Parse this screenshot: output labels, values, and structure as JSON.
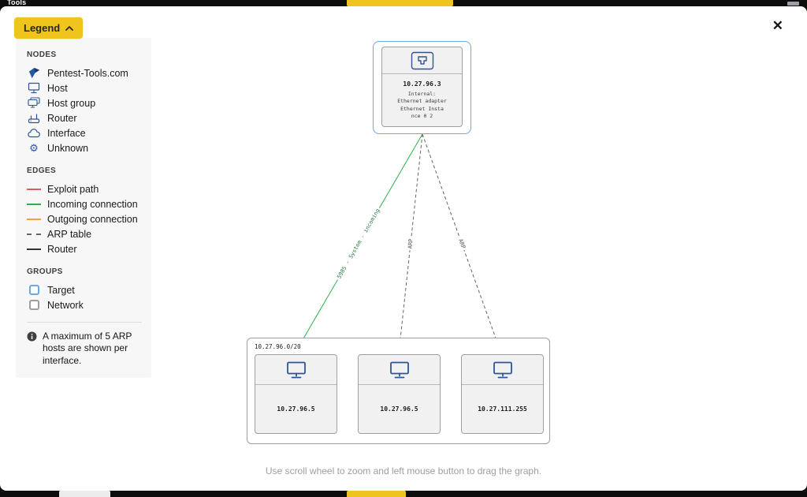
{
  "chrome": {
    "top_left_label": "Tools"
  },
  "modal": {
    "legend_button_label": "Legend",
    "footer_hint": "Use scroll wheel to zoom and left mouse button to drag the graph."
  },
  "icons": {
    "close_glyph": "✕",
    "unknown_glyph": "⚙"
  },
  "colors": {
    "accent_yellow": "#eec41d",
    "node_icon_blue": "#2f5496",
    "exploit_path": "#e05c5c",
    "incoming_connection": "#2bb24c",
    "outgoing_connection": "#f2a33c",
    "arp_table": "#666666",
    "router_edge": "#333333",
    "target_group": "#6fa8dc",
    "network_group": "#9e9e9e"
  },
  "legend": {
    "nodes": {
      "title": "NODES",
      "items": [
        {
          "label": "Pentest-Tools.com",
          "icon": "pentest-tools-logo-icon"
        },
        {
          "label": "Host",
          "icon": "host-icon"
        },
        {
          "label": "Host group",
          "icon": "host-group-icon"
        },
        {
          "label": "Router",
          "icon": "router-icon"
        },
        {
          "label": "Interface",
          "icon": "interface-cloud-icon"
        },
        {
          "label": "Unknown",
          "icon": "gear-icon"
        }
      ]
    },
    "edges": {
      "title": "EDGES",
      "items": [
        {
          "label": "Exploit path",
          "color": "#e05c5c",
          "style": "solid"
        },
        {
          "label": "Incoming connection",
          "color": "#2bb24c",
          "style": "solid"
        },
        {
          "label": "Outgoing connection",
          "color": "#f2a33c",
          "style": "solid"
        },
        {
          "label": "ARP table",
          "color": "#666666",
          "style": "dashed"
        },
        {
          "label": "Router",
          "color": "#333333",
          "style": "solid"
        }
      ]
    },
    "groups": {
      "title": "GROUPS",
      "items": [
        {
          "label": "Target",
          "color": "#6fa8dc"
        },
        {
          "label": "Network",
          "color": "#9e9e9e"
        }
      ]
    },
    "note": "A maximum of 5 ARP hosts are shown per interface."
  },
  "graph": {
    "interface_node": {
      "ip": "10.27.96.3",
      "detail_lines": [
        "Internal:",
        "Ethernet adapter Ethernet Insta",
        "nce 0 2"
      ]
    },
    "network_group_label": "10.27.96.0/20",
    "hosts": [
      {
        "ip": "10.27.96.5"
      },
      {
        "ip": "10.27.96.5"
      },
      {
        "ip": "10.27.111.255"
      }
    ],
    "edge_labels": [
      {
        "text": "5985 - System - incoming"
      },
      {
        "text": "ARP"
      },
      {
        "text": "ARP"
      }
    ]
  }
}
